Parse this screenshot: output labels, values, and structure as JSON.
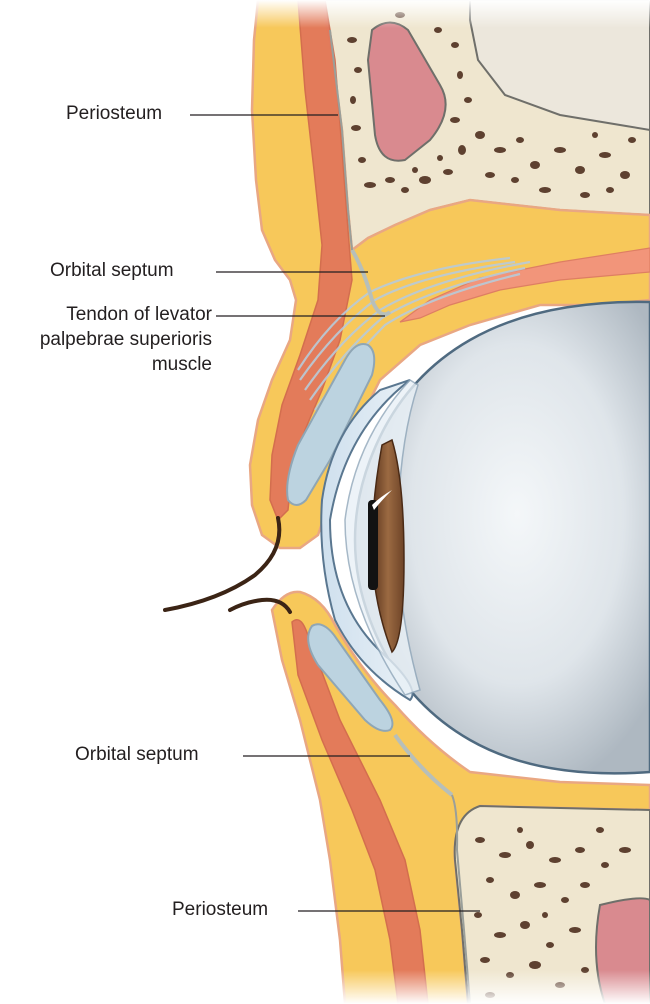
{
  "labels": {
    "periosteum_upper": "Periosteum",
    "orbital_septum_upper": "Orbital septum",
    "tendon_levator": [
      "Tendon of levator",
      "palpebrae superioris",
      "muscle"
    ],
    "orbital_septum_lower": "Orbital septum",
    "periosteum_lower": "Periosteum"
  },
  "colors": {
    "fat": "#f7c85a",
    "skin_outline": "#e9a783",
    "muscle": "#e2775a",
    "bone": "#efe6cf",
    "bone_pores": "#6b4a35",
    "sinus": "#d98a8f",
    "septum": "#bfc7c2",
    "tarsus": "#bcd3e0",
    "eyeball": "#dde4ea",
    "iris": "#8a5a36",
    "leader_line": "#231f20"
  }
}
